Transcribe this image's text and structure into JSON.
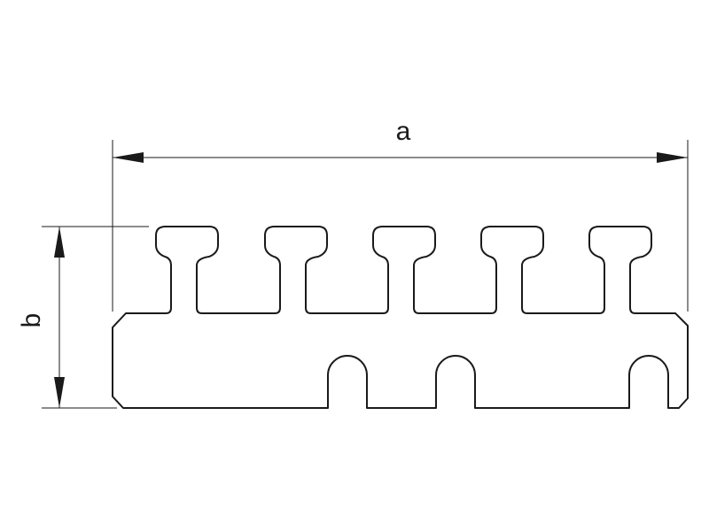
{
  "drawing": {
    "dimension_width_label": "a",
    "dimension_height_label": "b",
    "line_color": "#1a1a1a",
    "background_color": "#ffffff",
    "top_tee_count": 5,
    "bottom_slot_count": 3
  }
}
